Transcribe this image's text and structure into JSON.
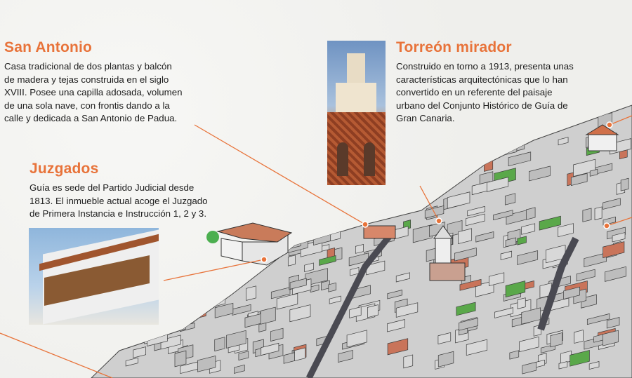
{
  "accent_color": "#e8733a",
  "sections": {
    "san_antonio": {
      "title": "San Antonio",
      "lines": [
        "Casa tradicional de dos plantas y balcón",
        "de madera y tejas construida en el siglo",
        "XVIII. Posee una capilla adosada, volumen",
        "de una sola nave, con frontis dando a la",
        "calle y dedicada a San Antonio de Padua."
      ]
    },
    "juzgados": {
      "title": "Juzgados",
      "lines": [
        "Guía es sede del Partido Judicial desde",
        "1813. El inmueble actual acoge el Juzgado",
        "de Primera Instancia e Instrucción 1, 2 y 3."
      ]
    },
    "torreon": {
      "title": "Torreón mirador",
      "lines": [
        "Construido en torno a 1913, presenta unas",
        "características arquitectónicas que lo han",
        "convertido en un referente del paisaje",
        "urbano del Conjunto Histórico de Guía de",
        "Gran Canaria."
      ]
    }
  }
}
